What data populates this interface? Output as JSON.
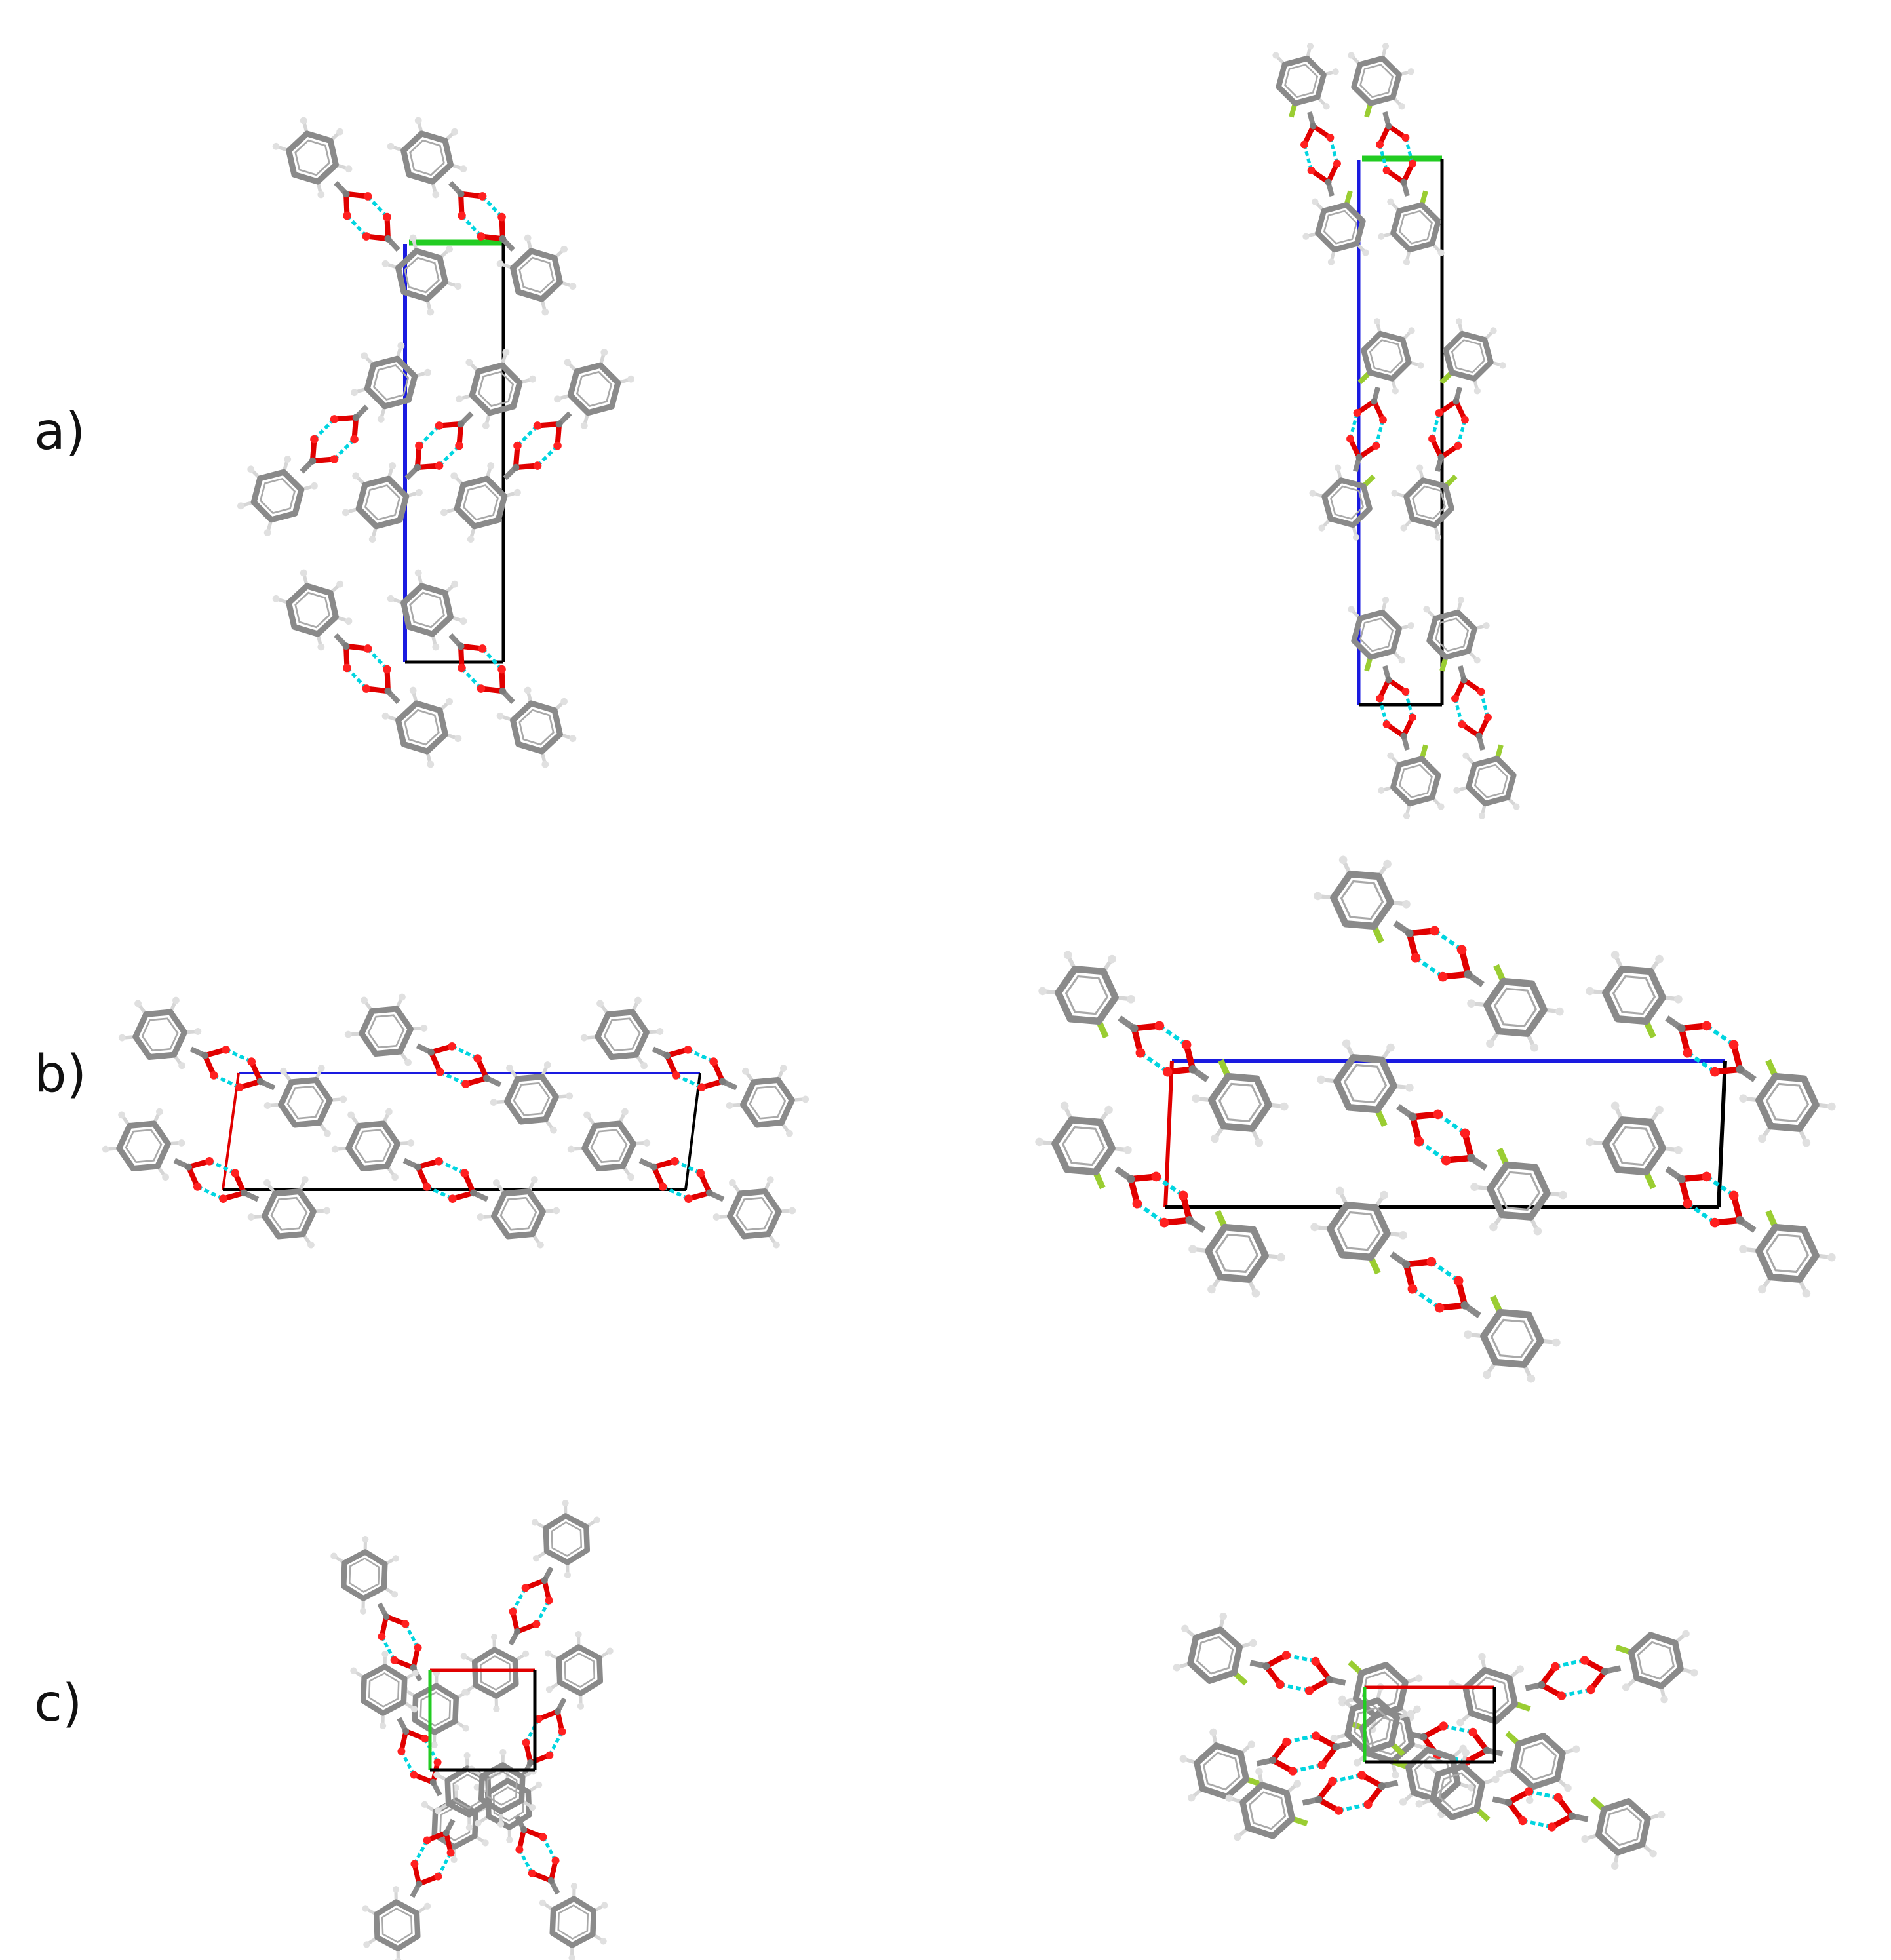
{
  "panels": [
    {
      "label": "a)"
    },
    {
      "label": "b)"
    },
    {
      "label": "c)"
    }
  ],
  "colors": {
    "carbon": "#8a8a8a",
    "hydrogen": "#d9d9d9",
    "oxygen": "#e00000",
    "fluorine": "#9acd32",
    "hbond": "#00d5e0",
    "axis_a": "#e00000",
    "axis_b": "#22cc22",
    "axis_c": "#1a1ae0",
    "cell": "#000000"
  },
  "icons": {
    "molecule": "benzoic-acid-dimer",
    "fluoro_molecule": "fluorobenzoic-acid-dimer"
  }
}
